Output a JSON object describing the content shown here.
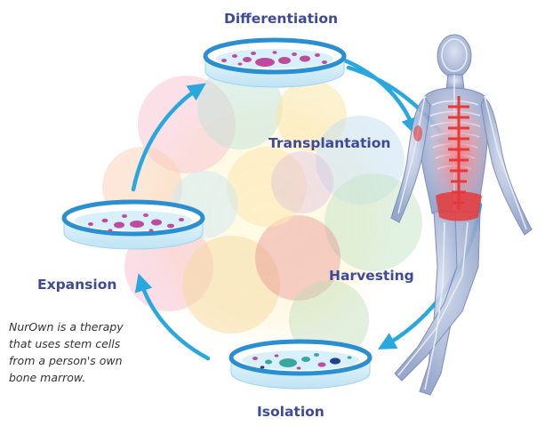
{
  "stages": {
    "differentiation": "Differentiation",
    "transplantation": "Transplantation",
    "expansion": "Expansion",
    "harvesting": "Harvesting",
    "isolation": "Isolation"
  },
  "caption": "NurOwn is a therapy that uses stem cells from a person's own bone marrow.",
  "colors": {
    "label_text": "#3d4a9a",
    "arrow": "#29a8df",
    "dish_rim": "#2a8fd0",
    "dish_body": "#cdebf7",
    "cells_pink": "#c04a9c",
    "cells_teal": "#3aa6a0",
    "cells_navy": "#22408c",
    "skeleton_body": "#8fa3c9",
    "spine_highlight": "#e53a3a"
  },
  "icons": [
    "petri-dish-icon",
    "human-skeleton-illustration",
    "cycle-arrow-icon"
  ]
}
